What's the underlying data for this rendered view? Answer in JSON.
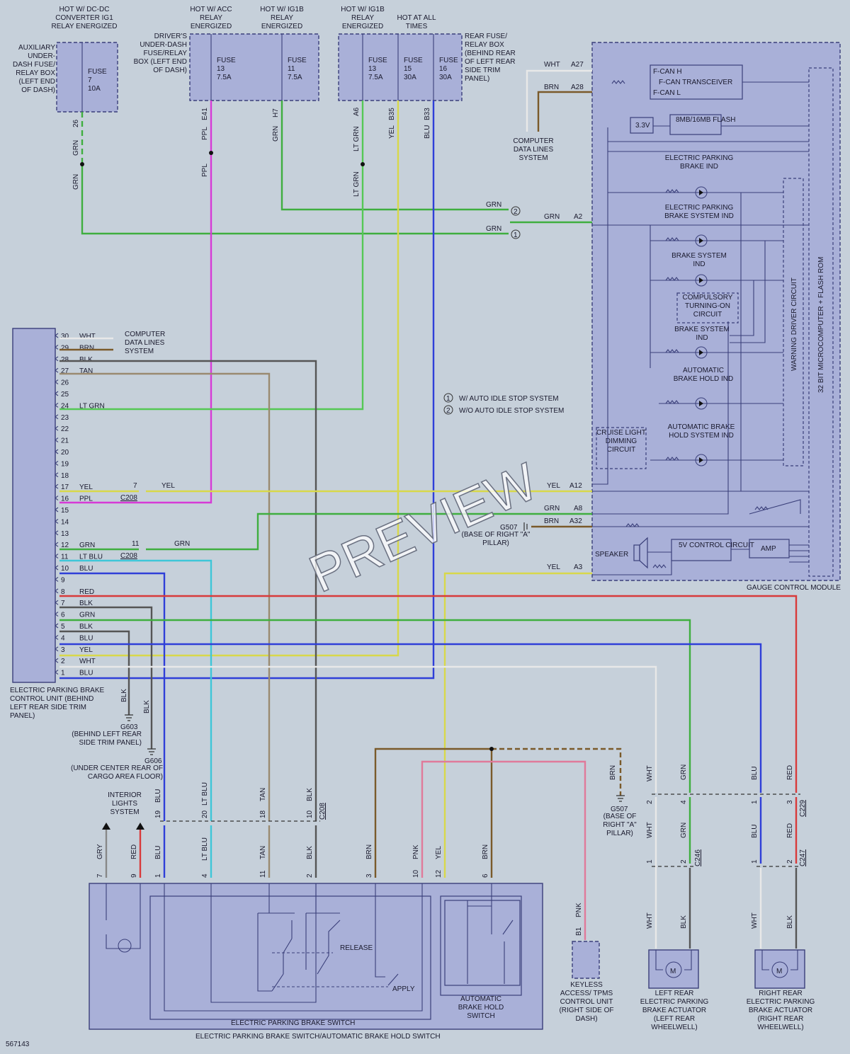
{
  "header": {
    "hot_dcdc": "HOT W/ DC-DC CONVERTER IG1 RELAY ENERGIZED",
    "hot_acc": "HOT W/ ACC RELAY ENERGIZED",
    "hot_ig1b_a": "HOT W/ IG1B RELAY ENERGIZED",
    "hot_ig1b_b": "HOT W/ IG1B RELAY ENERGIZED",
    "hot_always": "HOT AT ALL TIMES"
  },
  "fuse_boxes": {
    "aux": "AUXILIARY UNDER-DASH FUSE/ RELAY BOX (LEFT END OF DASH)",
    "driver": "DRIVER'S UNDER-DASH FUSE/RELAY BOX (LEFT END OF DASH)",
    "rear": "REAR FUSE/ RELAY BOX (BEHIND REAR OF LEFT REAR SIDE TRIM PANEL)"
  },
  "fuses": [
    {
      "name": "FUSE",
      "num": "7",
      "amp": "10A"
    },
    {
      "name": "FUSE",
      "num": "13",
      "amp": "7.5A"
    },
    {
      "name": "FUSE",
      "num": "11",
      "amp": "7.5A"
    },
    {
      "name": "FUSE",
      "num": "13",
      "amp": "7.5A"
    },
    {
      "name": "FUSE",
      "num": "15",
      "amp": "30A"
    },
    {
      "name": "FUSE",
      "num": "16",
      "amp": "30A"
    }
  ],
  "top_wires": {
    "w26_pin": "26",
    "w26_color": "GRN",
    "w26_color2": "GRN",
    "e41_pin": "E41",
    "e41_color": "PPL",
    "e41_color2": "PPL",
    "h7_pin": "H7",
    "h7_color": "GRN",
    "a6_pin": "A6",
    "a6_color": "LT GRN",
    "a6_color2": "LT GRN",
    "b35_pin": "B35",
    "b35_color": "YEL",
    "b33_pin": "B33",
    "b33_color": "BLU"
  },
  "can": {
    "wht": "WHT",
    "a27": "A27",
    "brn": "BRN",
    "a28": "A28",
    "canh": "F-CAN H",
    "trans": "F-CAN TRANSCEIVER",
    "canl": "F-CAN L",
    "computer": "COMPUTER DATA LINES SYSTEM"
  },
  "gauge": {
    "v33": "3.3V",
    "flash": "8MB/16MB FLASH",
    "ind1": "ELECTRIC PARKING BRAKE IND",
    "ind2": "ELECTRIC PARKING BRAKE SYSTEM IND",
    "ind3": "BRAKE SYSTEM IND",
    "compulsory": "COMPULSORY TURNING-ON CIRCUIT",
    "ind4": "BRAKE SYSTEM IND",
    "ind5": "AUTOMATIC BRAKE HOLD IND",
    "ind6": "AUTOMATIC BRAKE HOLD SYSTEM IND",
    "cruise": "CRUISE LIGHT DIMMING CIRCUIT",
    "warning": "WARNING DRIVER CIRCUIT",
    "micro": "32 BIT MICROCOMPUTER + FLASH ROM",
    "speaker": "SPEAKER",
    "v5": "5V CONTROL CIRCUIT",
    "amp": "AMP",
    "title": "GAUGE CONTROL MODULE",
    "grn1": "GRN",
    "grn2": "GRN",
    "grn_a2": "GRN",
    "a2": "A2",
    "yel_a12": "YEL",
    "a12": "A12",
    "grn_a8": "GRN",
    "a8": "A8",
    "brn_a32": "BRN",
    "a32": "A32",
    "yel_a3": "YEL",
    "a3": "A3",
    "g507": "G507",
    "g507_loc": "(BASE OF RIGHT \"A\" PILLAR)"
  },
  "notes": {
    "n1": "W/ AUTO IDLE STOP SYSTEM",
    "n2": "W/O AUTO IDLE STOP SYSTEM",
    "c1": "1",
    "c2": "2"
  },
  "epb_unit": {
    "title": "ELECTRIC PARKING BRAKE CONTROL UNIT (BEHIND LEFT REAR SIDE TRIM PANEL)",
    "pins": [
      {
        "n": "30",
        "c": "WHT"
      },
      {
        "n": "29",
        "c": "BRN"
      },
      {
        "n": "28",
        "c": "BLK"
      },
      {
        "n": "27",
        "c": "TAN"
      },
      {
        "n": "26",
        "c": ""
      },
      {
        "n": "25",
        "c": ""
      },
      {
        "n": "24",
        "c": "LT GRN"
      },
      {
        "n": "23",
        "c": ""
      },
      {
        "n": "22",
        "c": ""
      },
      {
        "n": "21",
        "c": ""
      },
      {
        "n": "20",
        "c": ""
      },
      {
        "n": "19",
        "c": ""
      },
      {
        "n": "18",
        "c": ""
      },
      {
        "n": "17",
        "c": "YEL"
      },
      {
        "n": "16",
        "c": "PPL"
      },
      {
        "n": "15",
        "c": ""
      },
      {
        "n": "14",
        "c": ""
      },
      {
        "n": "13",
        "c": ""
      },
      {
        "n": "12",
        "c": "GRN"
      },
      {
        "n": "11",
        "c": "LT BLU"
      },
      {
        "n": "10",
        "c": "BLU"
      },
      {
        "n": "9",
        "c": ""
      },
      {
        "n": "8",
        "c": "RED"
      },
      {
        "n": "7",
        "c": "BLK"
      },
      {
        "n": "6",
        "c": "GRN"
      },
      {
        "n": "5",
        "c": "BLK"
      },
      {
        "n": "4",
        "c": "BLU"
      },
      {
        "n": "3",
        "c": "YEL"
      },
      {
        "n": "2",
        "c": "WHT"
      },
      {
        "n": "1",
        "c": "BLU"
      }
    ],
    "computer": "COMPUTER DATA LINES SYSTEM",
    "c208a_pin": "7",
    "c208a_color": "YEL",
    "c208a": "C208",
    "c208b_pin": "11",
    "c208b_color": "GRN",
    "c208b": "C208"
  },
  "grounds": {
    "g603": "G603",
    "g603_loc": "(BEHIND LEFT REAR SIDE TRIM PANEL)",
    "g603_wire": "BLK",
    "g606": "G606",
    "g606_loc": "(UNDER CENTER REAR OF CARGO AREA FLOOR)",
    "g606_wire": "BLK",
    "g507": "G507",
    "g507_loc": "(BASE OF RIGHT \"A\" PILLAR)",
    "g507_wire": "BRN"
  },
  "c208_row": {
    "p19": "19",
    "c19": "BLU",
    "p20": "20",
    "c20": "LT BLU",
    "p18": "18",
    "c18": "TAN",
    "p10": "10",
    "c10": "BLK",
    "conn": "C208"
  },
  "bottom_wires": {
    "p7": "7",
    "c7": "GRY",
    "p9": "9",
    "c9": "RED",
    "p1": "1",
    "c1": "BLU",
    "p4": "4",
    "c4": "LT BLU",
    "p11": "11",
    "c11": "TAN",
    "p2": "2",
    "c2": "BLK",
    "p3": "3",
    "c3": "BRN",
    "p10": "10",
    "c10": "PNK",
    "p12": "12",
    "c12": "YEL",
    "p6": "6",
    "c6": "BRN"
  },
  "switch": {
    "release": "RELEASE",
    "apply": "APPLY",
    "epb_switch": "ELECTRIC PARKING BRAKE SWITCH",
    "abh": "AUTOMATIC BRAKE HOLD SWITCH",
    "title": "ELECTRIC PARKING BRAKE SWITCH/AUTOMATIC BRAKE HOLD SWITCH",
    "interior": "INTERIOR LIGHTS SYSTEM"
  },
  "keyless": {
    "pin": "B1",
    "color": "PNK",
    "title": "KEYLESS ACCESS/ TPMS CONTROL UNIT (RIGHT SIDE OF DASH)"
  },
  "actuators": {
    "c229": "C229",
    "c246": "C246",
    "c247": "C247",
    "l_wht": "WHT",
    "l_grn": "GRN",
    "l_p2": "2",
    "l_p4": "4",
    "r_blu": "BLU",
    "r_red": "RED",
    "r_p1": "1",
    "r_p3": "3",
    "l_wht2": "WHT",
    "l_grn2": "GRN",
    "l_p1b": "1",
    "l_p2b": "2",
    "r_blu2": "BLU",
    "r_red2": "RED",
    "r_p1b": "1",
    "r_p2b": "2",
    "l_wht3": "WHT",
    "l_blk": "BLK",
    "r_wht3": "WHT",
    "r_blk": "BLK",
    "motor": "M",
    "left": "LEFT REAR ELECTRIC PARKING BRAKE ACTUATOR (LEFT REAR WHEELWELL)",
    "right": "RIGHT REAR ELECTRIC PARKING BRAKE ACTUATOR (RIGHT REAR WHEELWELL)"
  },
  "footer": {
    "code": "567143"
  },
  "watermark": "PREVIEW",
  "colors": {
    "grn": "#3fae3f",
    "ltgrn": "#55c855",
    "ppl": "#d63ad6",
    "yel": "#d8d84a",
    "blu": "#2f3fd8",
    "ltblu": "#3ec6d8",
    "red": "#d83a3a",
    "blk": "#555555",
    "tan": "#9a8a70",
    "brn": "#7a5a2a",
    "wht": "#e8e8e8",
    "pnk": "#e07a9a",
    "gry": "#888888"
  }
}
